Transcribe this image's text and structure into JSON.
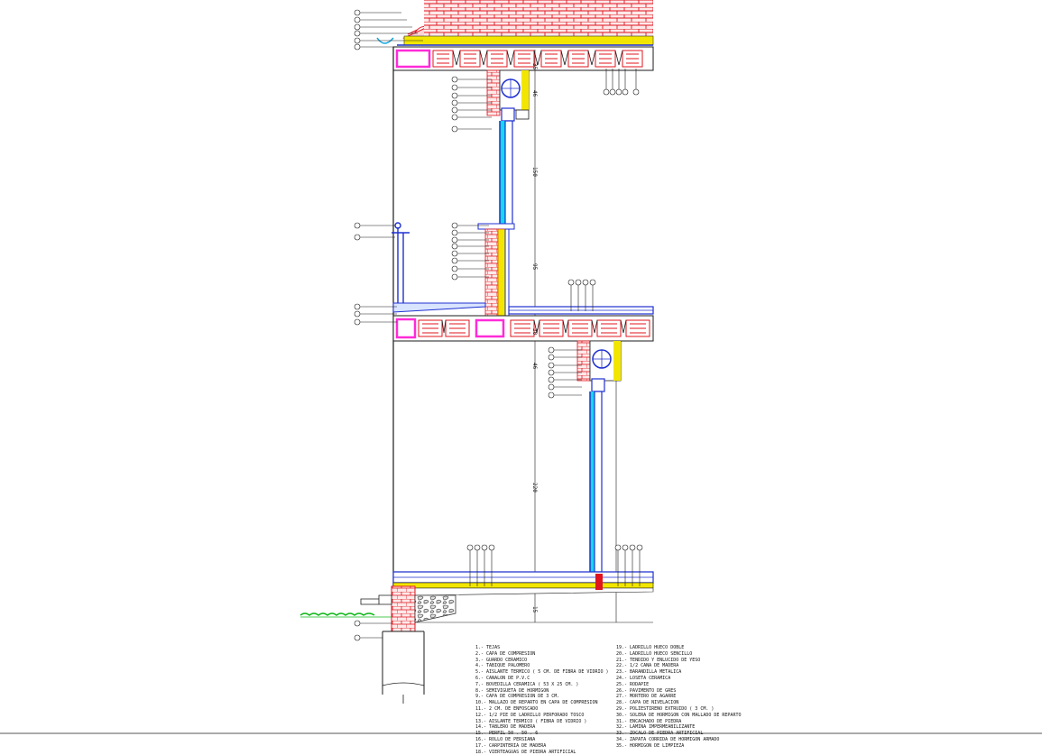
{
  "legend": {
    "col1": [
      "1.-  TEJAS",
      "2.-  CAPA DE COMPRESION",
      "3.-  GUARDO CERAMICO",
      "4.-  TABIQUE PALOMERO",
      "5.-  AISLANTE TERMICO ( 5 CM. DE FIBRA DE VIDRIO )",
      "6.-  CANALON DE P.V.C",
      "7.-  BOVEDILLA CERAMICA ( 53 X 25 CM. )",
      "8.-  SEMIVIGUETA DE HORMIGON",
      "9.-  CAPA DE COMPRESION DE 3 CM.",
      "10.- MALLAZO DE REPARTO EN CAPA DE COMPRESION",
      "11.- 2 CM. DE ENFOSCADO",
      "12.- 1/2 PIE DE LADRILLO PERFORADO TOSCO",
      "13.- AISLANTE TERMICO ( FIBRA DE VIDRIO )",
      "14.- TABLERO DE MADERA",
      "15.- PERFIL 50 . 50 . 6",
      "16.- ROLLO DE PERSIANA",
      "17.- CARPINTERIA DE MADERA",
      "18.- VIERTEAGUAS DE PIEDRA ARTIFICIAL"
    ],
    "col2": [
      "19.- LADRILLO HUECO DOBLE",
      "20.- LADRILLO HUECO SENCILLO",
      "21.- TENDIDO Y ENLUCIDO DE YESO",
      "22.- 1/2 CANA DE MADERA",
      "23.- BARANDILLA METALICA",
      "24.- LOSETA CERAMICA",
      "25.- RODAPIE",
      "26.- PAVIMENTO DE GRES",
      "27.- MORTERO DE AGARRE",
      "28.- CAPA DE NIVELACION",
      "29.- POLIESTIRENO EXTRUIDO ( 3 CM. )",
      "30.- SOLERA DE HORMIGON CON MALLADO DE REPARTO",
      "31.- ENCACHADO DE PIEDRA",
      "32.- LAMINA IMPERMEABILIZANTE",
      "33.- ZOCALO DE PIEDRA ARTIFICIAL",
      "34.- ZAPATA CORRIDA DE HORMIGON ARMADO",
      "35.- HORMIGON DE LIMPIEZA"
    ]
  },
  "dimensions": {
    "d1": "35",
    "d2": "46",
    "d3": "150",
    "d4": "95",
    "d5": "30",
    "d6": "46",
    "d7": "220",
    "d8": "15"
  },
  "colors": {
    "brick": "#e0141e",
    "steel": "#1f30d0",
    "insulation": "#f2e600",
    "glass": "#14d7f0",
    "pvc": "#ff2bd8",
    "grass": "#12b81c",
    "line": "#1b1b1b"
  }
}
